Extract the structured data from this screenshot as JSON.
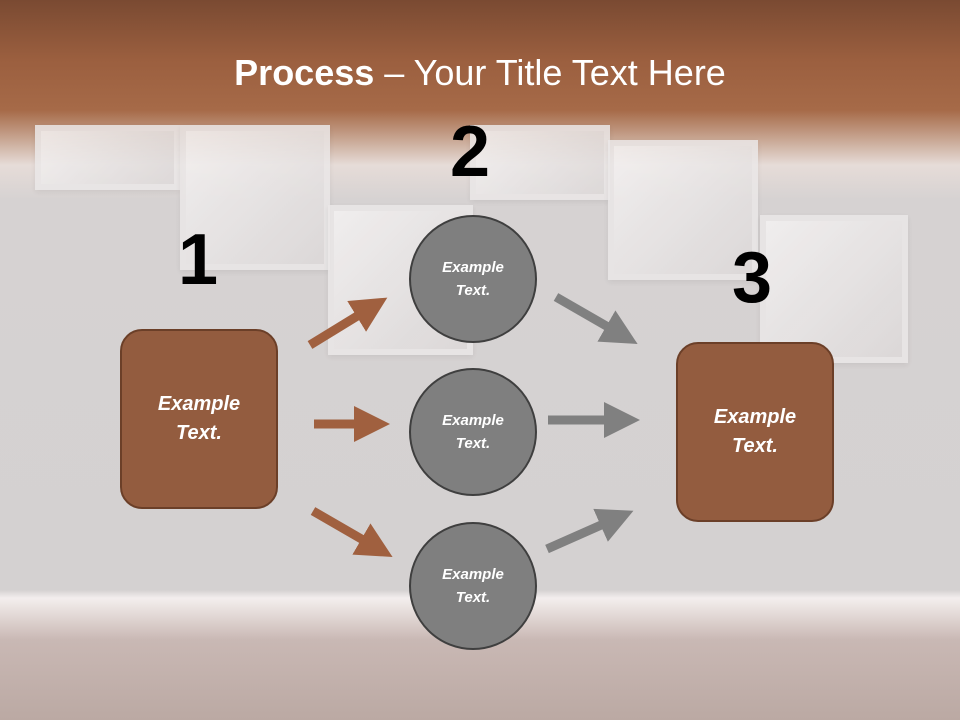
{
  "title": {
    "bold": "Process",
    "rest": " – Your Title Text Here"
  },
  "numbers": [
    "1",
    "2",
    "3"
  ],
  "left_box": {
    "line1": "Example",
    "line2": "Text."
  },
  "right_box": {
    "line1": "Example",
    "line2": "Text."
  },
  "circles": [
    {
      "line1": "Example",
      "line2": "Text."
    },
    {
      "line1": "Example",
      "line2": "Text."
    },
    {
      "line1": "Example",
      "line2": "Text."
    }
  ],
  "colors": {
    "brown": "#935c3f",
    "gray": "#7f7f7f",
    "arrow_brown": "#a0603f",
    "arrow_gray": "#808080"
  }
}
